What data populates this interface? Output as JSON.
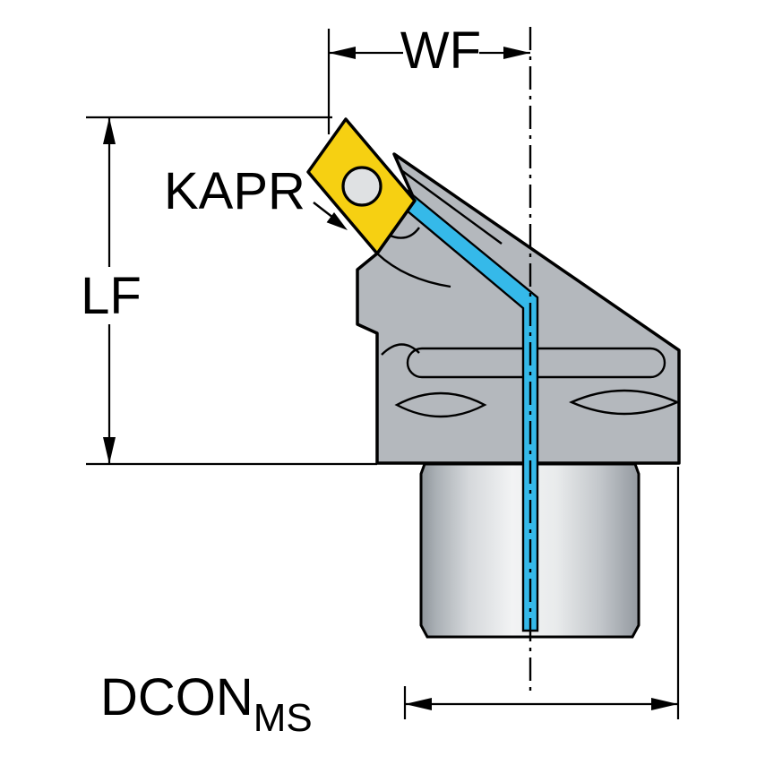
{
  "diagram": {
    "type": "technical-drawing",
    "subject": "lathe tool holder side view with cutting insert, coolant channel and dimension callouts",
    "labels": {
      "wf": "WF",
      "kapr": "KAPR",
      "lf": "LF",
      "dcon": "DCON",
      "dcon_sub": "MS"
    },
    "colors": {
      "background": "#ffffff",
      "outline": "#000000",
      "body_gray": "#b4b8bd",
      "insert_yellow": "#f6d012",
      "coolant_cyan": "#35b9e9",
      "hole_gray": "#dfe1e3"
    }
  }
}
